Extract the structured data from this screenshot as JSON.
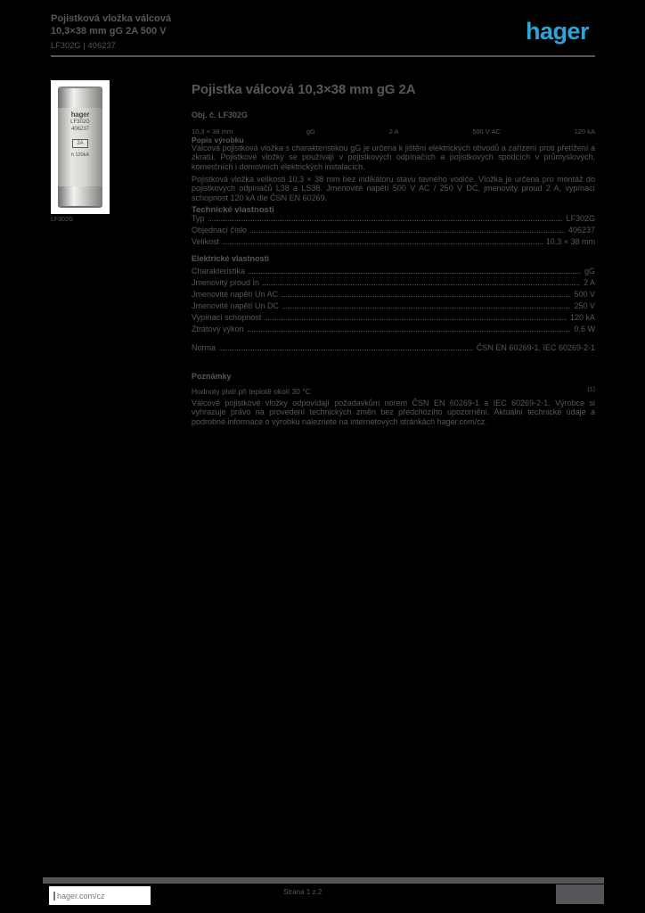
{
  "header": {
    "product_title": "Pojistková vložka válcová 10,3×38 mm gG 2A 500 V",
    "reference": "LF302G | 406237",
    "logo_text": "hager"
  },
  "product": {
    "image_caption": "LF302G",
    "fuse": {
      "brand": "hager",
      "ref": "LF302G",
      "code": "406237",
      "rating": "2A",
      "breaking": "h 120kA"
    }
  },
  "main": {
    "title": "Pojistka válcová 10,3×38 mm gG 2A",
    "ref_line": "Obj. č. LF302G",
    "meta": [
      "10,3 × 38 mm",
      "gG",
      "2 A",
      "500 V AC",
      "120 kA"
    ],
    "description_heading": "Popis výrobku",
    "description_p1": "Válcová pojistková vložka s charakteristikou gG je určena k jištění elektrických obvodů a zařízení proti přetížení a zkratu. Pojistkové vložky se používají v pojistkových odpínačích a pojistkových spodcích v průmyslových, komerčních i domovních elektrických instalacích.",
    "description_p2": "Pojistková vložka velikosti 10,3 × 38 mm bez indikátoru stavu tavného vodiče. Vložka je určena pro montáž do pojistkových odpínačů L38 a LS38. Jmenovité napětí 500 V AC / 250 V DC, jmenovitý proud 2 A, vypínací schopnost 120 kA dle ČSN EN 60269.",
    "specs_heading": "Technické vlastnosti",
    "specs_subheader": "Elektrické vlastnosti",
    "specs": [
      {
        "label": "Typ",
        "value": "LF302G"
      },
      {
        "label": "Objednací číslo",
        "value": "406237"
      },
      {
        "label": "Velikost",
        "value": "10,3 × 38 mm"
      },
      {
        "label": "Charakteristika",
        "value": "gG"
      },
      {
        "label": "Jmenovitý proud In",
        "value": "2 A"
      },
      {
        "label": "Jmenovité napětí Un AC",
        "value": "500 V"
      },
      {
        "label": "Jmenovité napětí Un DC",
        "value": "250 V"
      },
      {
        "label": "Vypínací schopnost",
        "value": "120 kA"
      },
      {
        "label": "Ztrátový výkon",
        "value": "0,6 W"
      },
      {
        "label": "Norma",
        "value": "ČSN EN 60269-1, IEC 60269-2-1"
      }
    ],
    "notes_heading": "Poznámky",
    "note_intro": "Hodnoty platí při teplotě okolí 30 °C",
    "note_sup": "(1)",
    "note_text": "Válcové pojistkové vložky odpovídají požadavkům norem ČSN EN 60269-1 a IEC 60269-2-1. Výrobce si vyhrazuje právo na provedení technických změn bez předchozího upozornění. Aktuální technické údaje a podrobné informace o výrobku naleznete na internetových stránkách hager.com/cz."
  },
  "footer": {
    "website": "hager.com/cz",
    "page_label": "Strana 1 z 2"
  },
  "colors": {
    "accent_blue": "#29a7dd",
    "text_gray": "#55575a",
    "background": "#000000"
  }
}
